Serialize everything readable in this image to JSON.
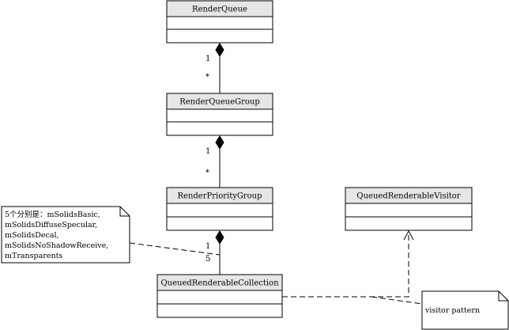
{
  "classes": {
    "render_queue": {
      "name": "RenderQueue"
    },
    "render_queue_group": {
      "name": "RenderQueueGroup"
    },
    "render_priority_group": {
      "name": "RenderPriorityGroup"
    },
    "queued_renderable_collection": {
      "name": "QueuedRenderableCollection"
    },
    "queued_renderable_visitor": {
      "name": "QueuedRenderableVisitor"
    }
  },
  "associations": {
    "queue_to_group": {
      "owner_mult": "1",
      "part_mult": "*"
    },
    "group_to_priority": {
      "owner_mult": "1",
      "part_mult": "*"
    },
    "priority_to_collection": {
      "owner_mult": "1",
      "part_mult": "5"
    }
  },
  "notes": {
    "solids_note": {
      "lines": [
        "5个分别是：mSolidsBasic,",
        "mSolidsDiffuseSpecular,",
        "mSolidsDecal,",
        "mSolidsNoShadowReceive,",
        "mTransparents"
      ]
    },
    "visitor_note": {
      "text": "visitor pattern"
    }
  },
  "colors": {
    "header_fill": "#e6e6e6",
    "body_fill": "#ffffff",
    "stroke": "#000000"
  }
}
